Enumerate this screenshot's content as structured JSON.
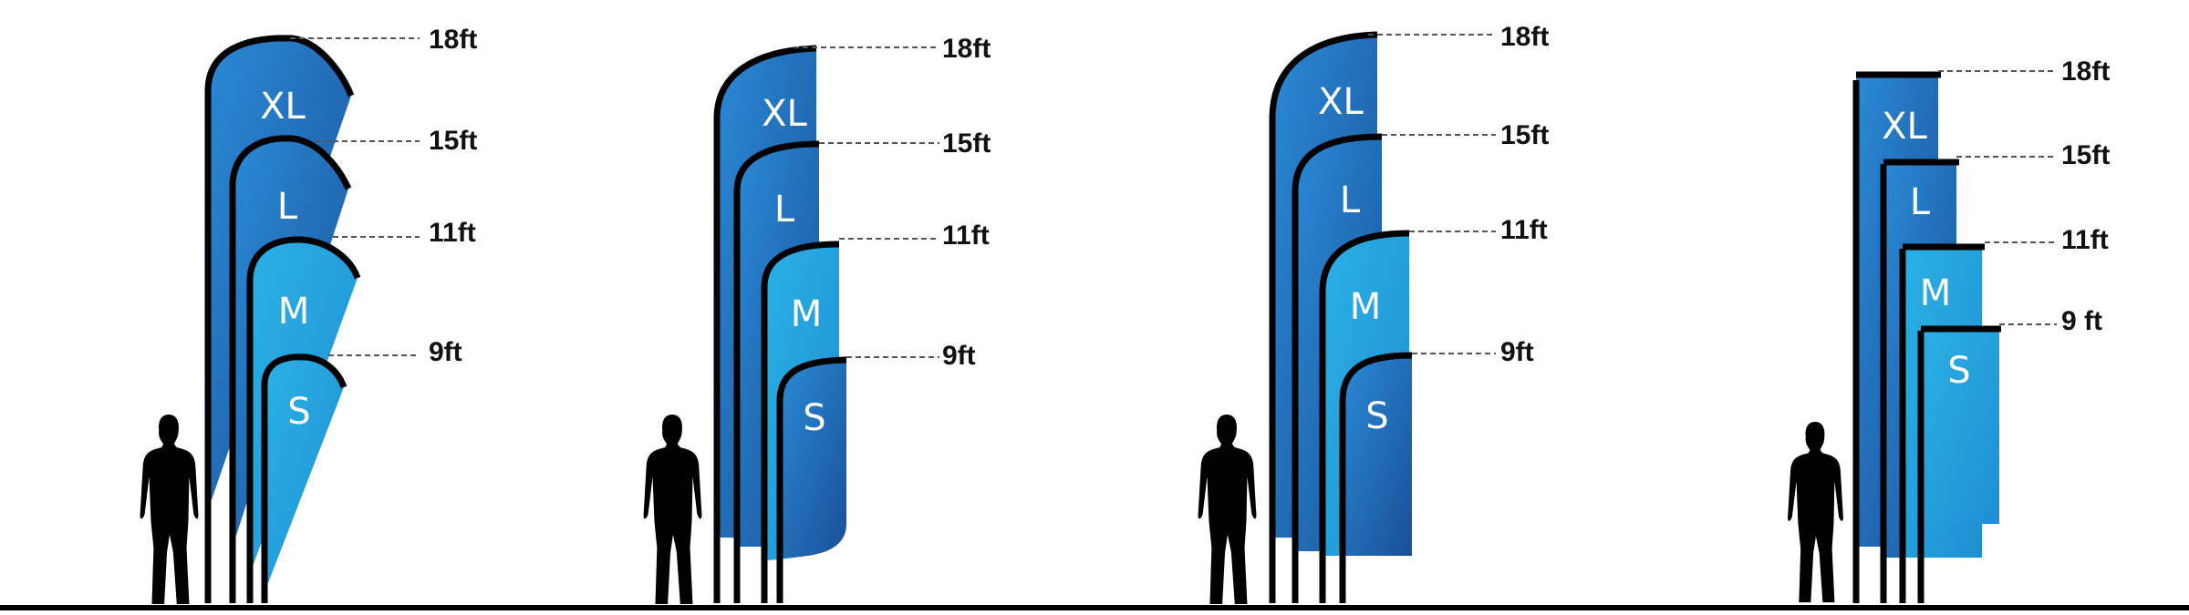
{
  "groups": [
    {
      "style": "feather",
      "flags": [
        {
          "size": "XL",
          "height": "18ft"
        },
        {
          "size": "L",
          "height": "15ft"
        },
        {
          "size": "M",
          "height": "11ft"
        },
        {
          "size": "S",
          "height": "9ft"
        }
      ]
    },
    {
      "style": "rounded",
      "flags": [
        {
          "size": "XL",
          "height": "18ft"
        },
        {
          "size": "L",
          "height": "15ft"
        },
        {
          "size": "M",
          "height": "11ft"
        },
        {
          "size": "S",
          "height": "9ft"
        }
      ]
    },
    {
      "style": "teardrop-straight",
      "flags": [
        {
          "size": "XL",
          "height": "18ft"
        },
        {
          "size": "L",
          "height": "15ft"
        },
        {
          "size": "M",
          "height": "11ft"
        },
        {
          "size": "S",
          "height": "9ft"
        }
      ]
    },
    {
      "style": "rectangle",
      "flags": [
        {
          "size": "XL",
          "height": "18ft"
        },
        {
          "size": "L",
          "height": "15ft"
        },
        {
          "size": "M",
          "height": "11ft"
        },
        {
          "size": "S",
          "height": "9 ft"
        }
      ]
    }
  ],
  "colors": {
    "dark_blue": "#1c5fa6",
    "mid_blue": "#1f86cc",
    "light_blue": "#29abe2",
    "pole": "#000000",
    "ground": "#000000",
    "person": "#000000"
  },
  "icons": {
    "person": "person-silhouette-icon"
  }
}
